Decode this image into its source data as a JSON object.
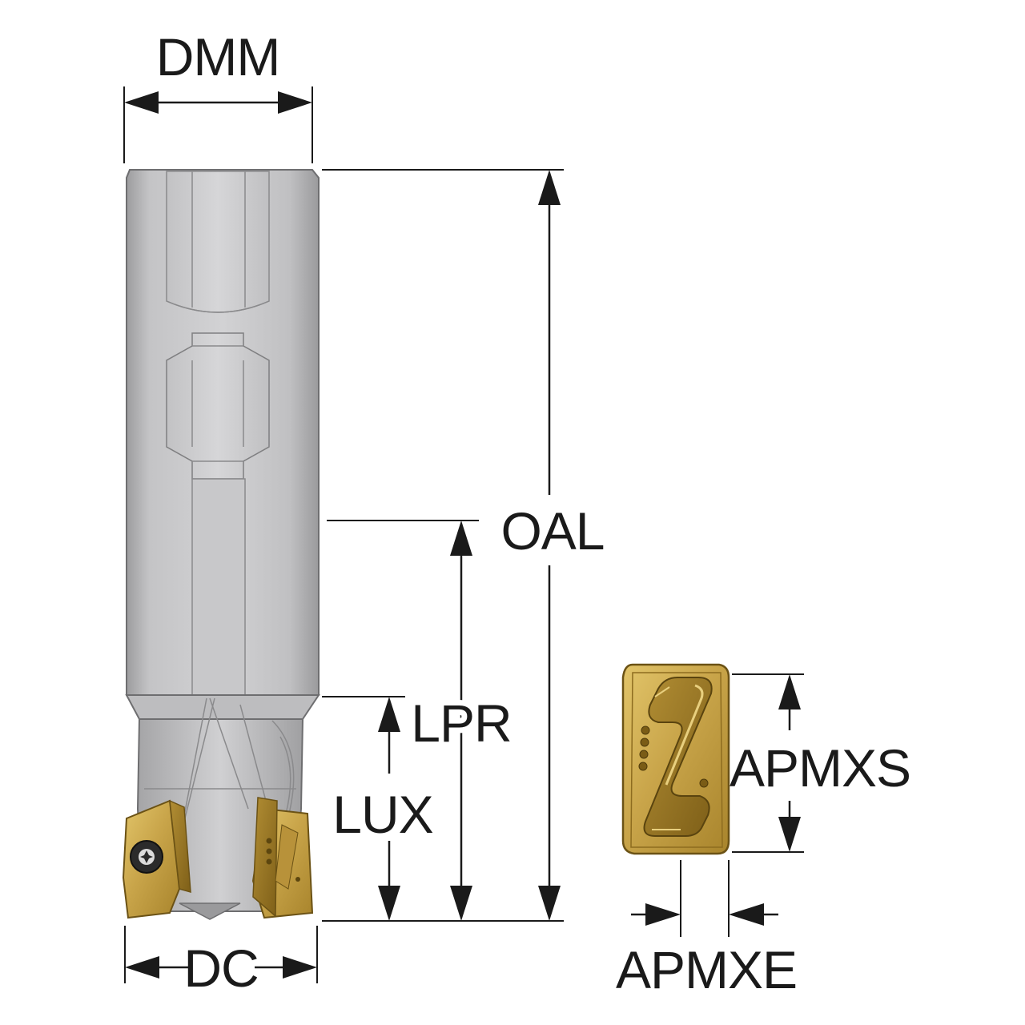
{
  "labels": {
    "dmm": "DMM",
    "oal": "OAL",
    "lpr": "LPR",
    "lux": "LUX",
    "dc": "DC",
    "apmxs": "APMXS",
    "apmxe": "APMXE"
  },
  "colors": {
    "tool_body": "#c9c9cb",
    "tool_shade": "#a9a9ab",
    "insert_gold": "#c9a54a",
    "insert_dark": "#8d6c1f",
    "dimension_ink": "#1a1a1a"
  },
  "icons": {
    "tool": "end-mill-drawing",
    "insert": "insert-drawing",
    "screw": "torx-screw-icon"
  }
}
